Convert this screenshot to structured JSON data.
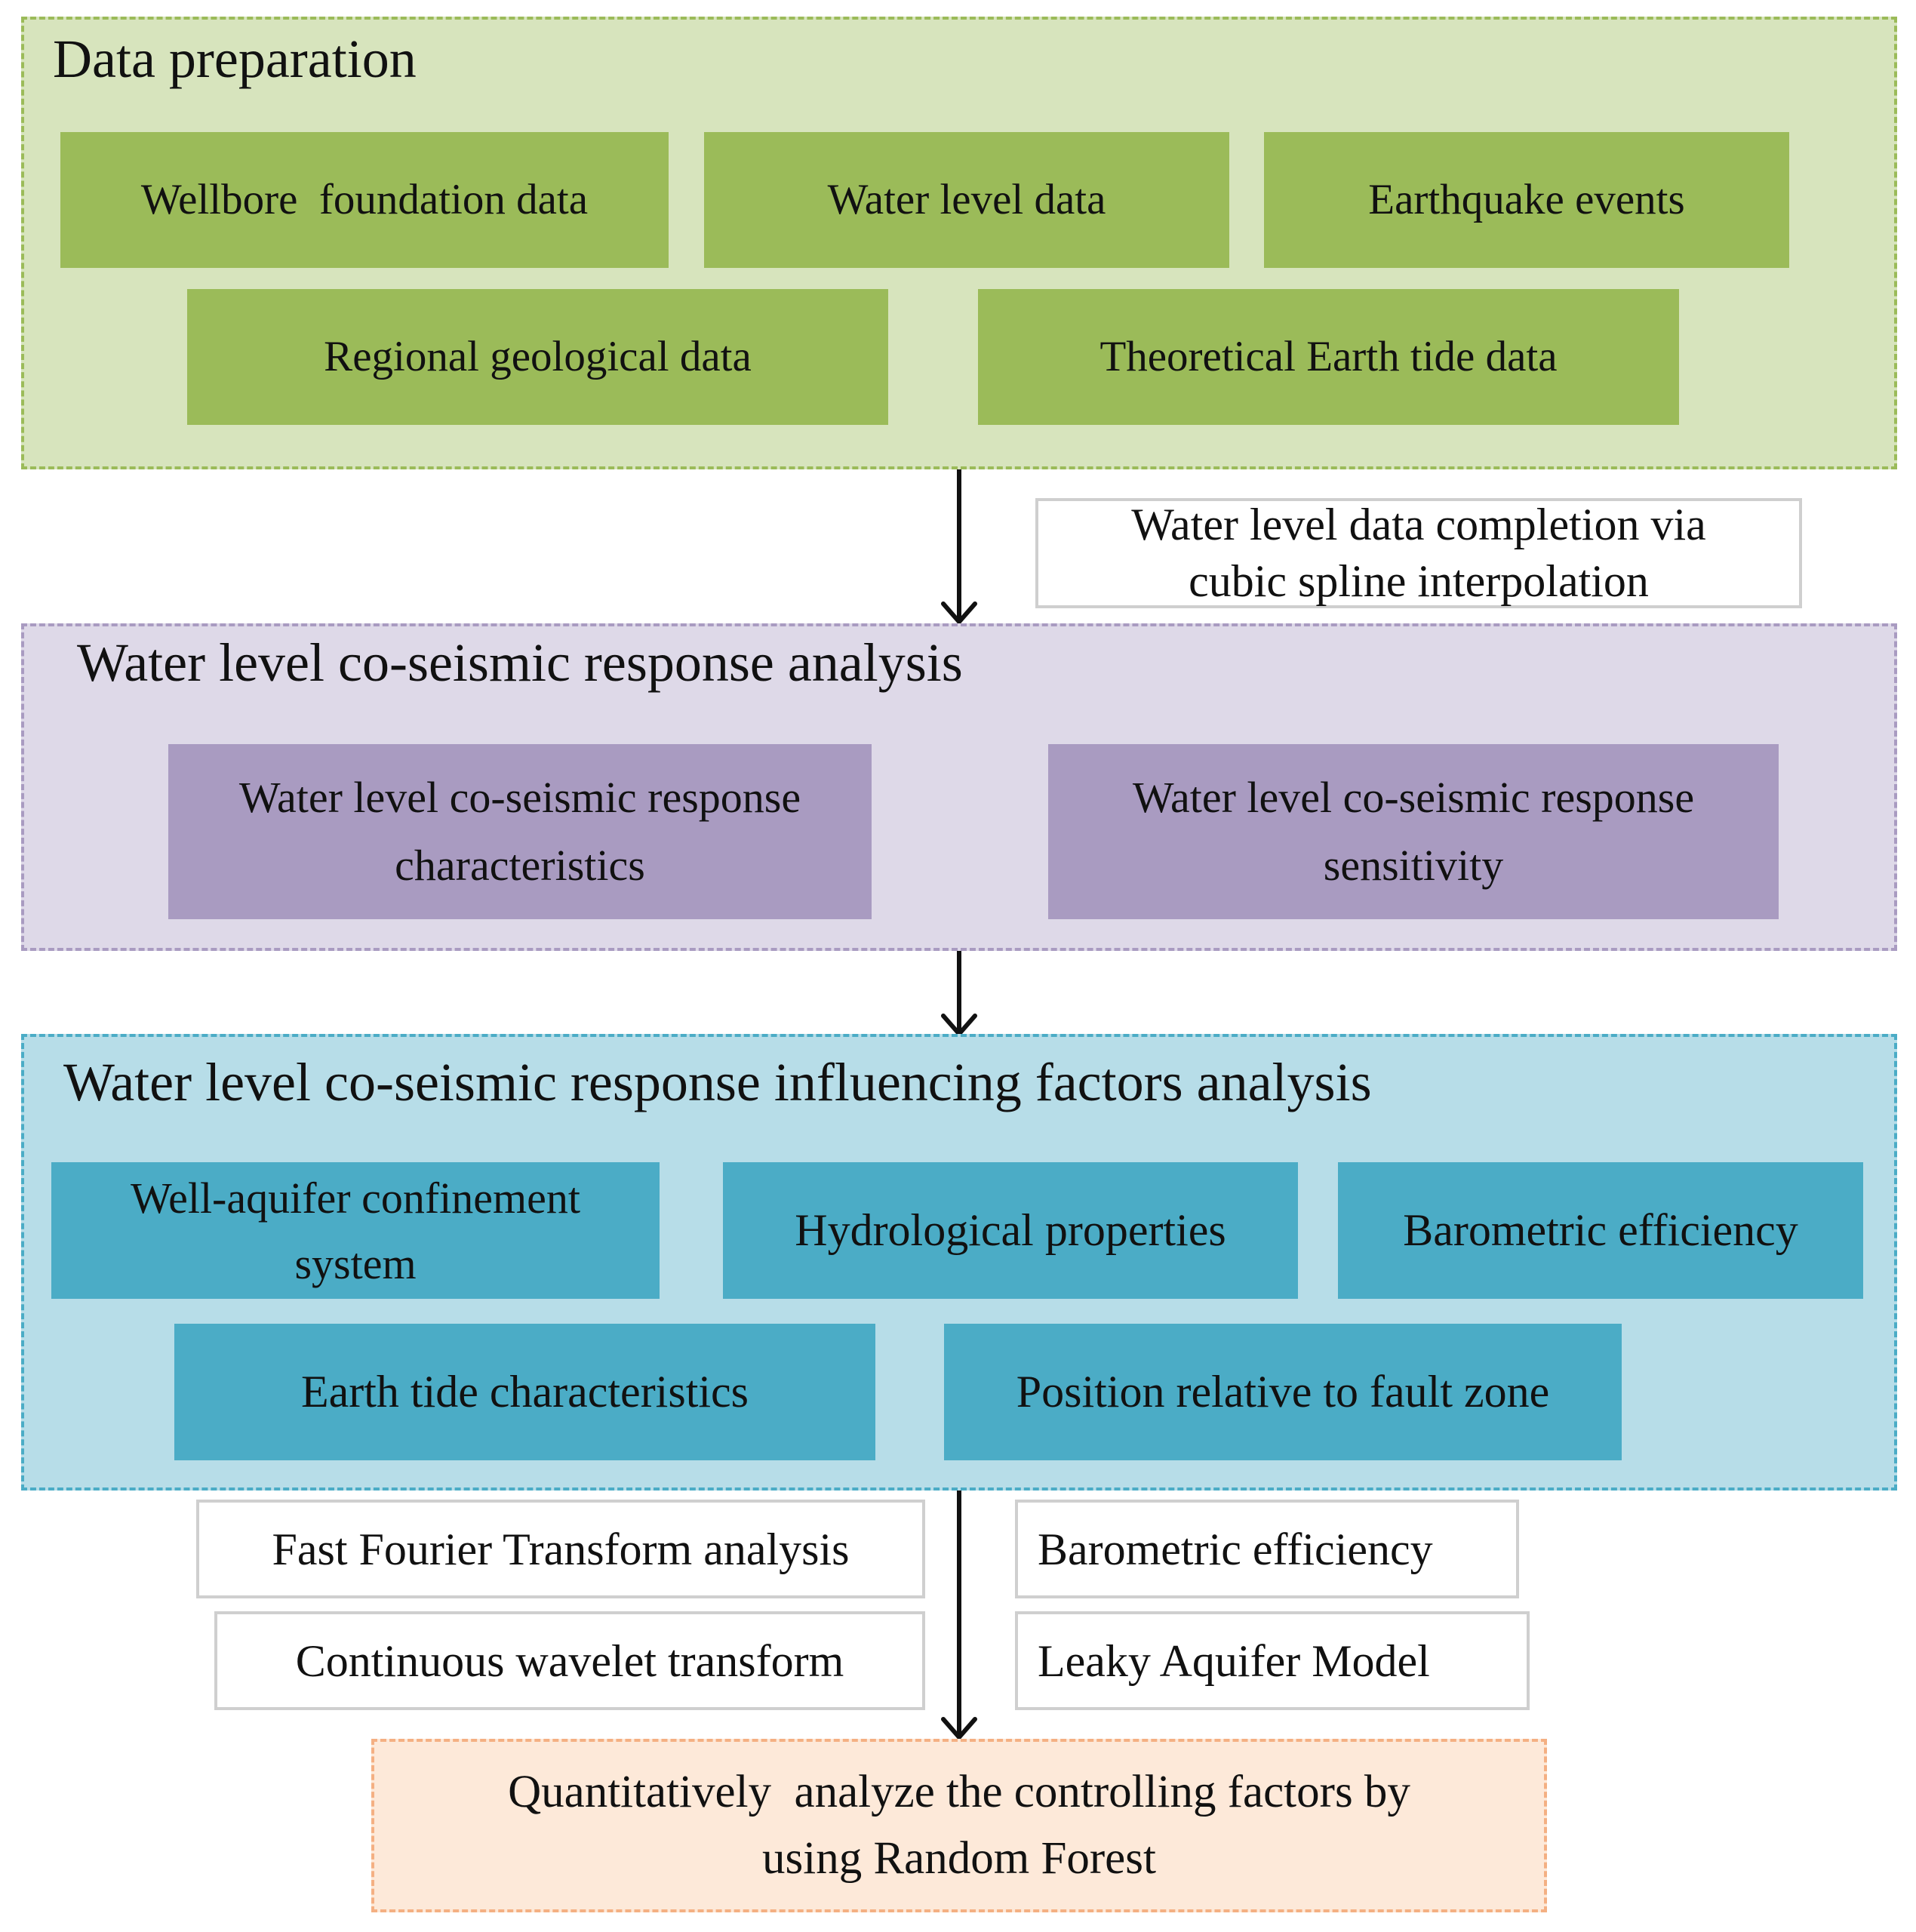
{
  "colors": {
    "data_prep_bg": "#d7e4bd",
    "data_prep_border": "#9bbb59",
    "data_prep_box": "#9bbb59",
    "response_bg": "#ded9e8",
    "response_border": "#a99bc1",
    "response_box": "#a99bc1",
    "factors_bg": "#b7dde8",
    "factors_border": "#4bacc6",
    "factors_box": "#4bacc6",
    "final_bg": "#fde9d9",
    "final_border": "#f4b083"
  },
  "data_preparation": {
    "title": "Data preparation",
    "items": [
      "Wellbore  foundation data",
      "Water level data",
      "Earthquake events",
      "Regional geological data",
      "Theoretical Earth tide data"
    ]
  },
  "interpolation_note": "Water level data completion via cubic spline interpolation",
  "response_analysis": {
    "title": "Water level co-seismic response analysis",
    "items": [
      "Water level co-seismic response characteristics",
      "Water level co-seismic response sensitivity"
    ]
  },
  "factors_analysis": {
    "title": "Water level co-seismic response influencing factors analysis",
    "items": [
      "Well-aquifer confinement system",
      "Hydrological properties",
      "Barometric efficiency",
      "Earth tide characteristics",
      "Position relative to fault zone"
    ]
  },
  "methods": {
    "left": [
      "Fast Fourier Transform analysis",
      "Continuous wavelet transform"
    ],
    "right": [
      "Barometric efficiency",
      "Leaky Aquifer Model"
    ]
  },
  "final": "Quantitatively  analyze the controlling factors by using Random Forest"
}
